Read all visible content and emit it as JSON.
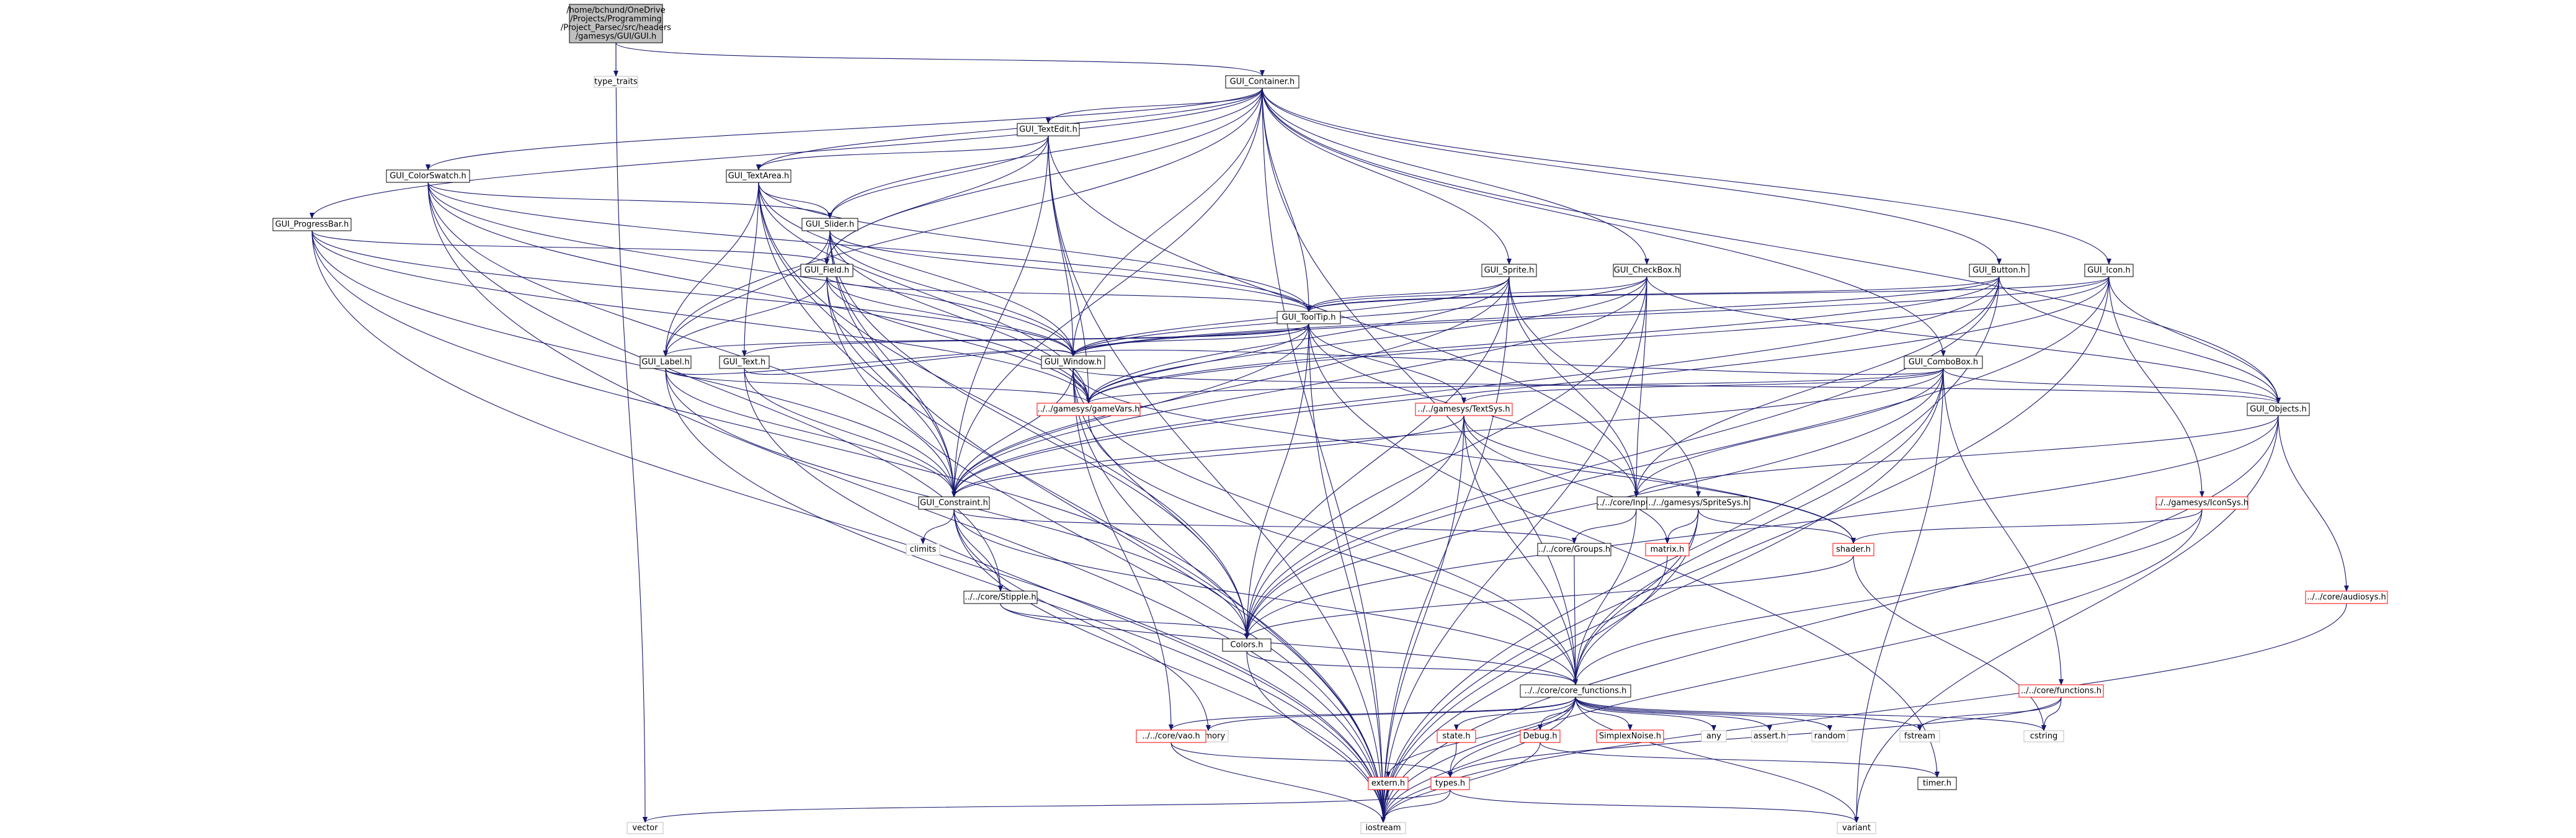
{
  "colors": {
    "edge": "#191970",
    "node_border": "#000000",
    "node_fill": "#ffffff",
    "root_fill": "#bfbfbf",
    "missing_border": "#ff0000",
    "plain_border": "#bfbfbf",
    "text": "#000000"
  },
  "nodes": [
    {
      "id": "root",
      "lines": [
        "/home/bchund/OneDrive",
        "/Projects/Programming",
        "/Project_Parsec/src/headers",
        "/gamesys/GUI/GUI.h"
      ],
      "style": "root"
    },
    {
      "id": "type_traits",
      "lines": [
        "type_traits"
      ],
      "style": "plain"
    },
    {
      "id": "container",
      "lines": [
        "GUI_Container.h"
      ],
      "style": "normal"
    },
    {
      "id": "textedit",
      "lines": [
        "GUI_TextEdit.h"
      ],
      "style": "normal"
    },
    {
      "id": "colorswatch",
      "lines": [
        "GUI_ColorSwatch.h"
      ],
      "style": "normal"
    },
    {
      "id": "textarea",
      "lines": [
        "GUI_TextArea.h"
      ],
      "style": "normal"
    },
    {
      "id": "progressbar",
      "lines": [
        "GUI_ProgressBar.h"
      ],
      "style": "normal"
    },
    {
      "id": "slider",
      "lines": [
        "GUI_Slider.h"
      ],
      "style": "normal"
    },
    {
      "id": "field",
      "lines": [
        "GUI_Field.h"
      ],
      "style": "normal"
    },
    {
      "id": "sprite",
      "lines": [
        "GUI_Sprite.h"
      ],
      "style": "normal"
    },
    {
      "id": "checkbox",
      "lines": [
        "GUI_CheckBox.h"
      ],
      "style": "normal"
    },
    {
      "id": "button",
      "lines": [
        "GUI_Button.h"
      ],
      "style": "normal"
    },
    {
      "id": "icon",
      "lines": [
        "GUI_Icon.h"
      ],
      "style": "normal"
    },
    {
      "id": "tooltip",
      "lines": [
        "GUI_ToolTip.h"
      ],
      "style": "normal"
    },
    {
      "id": "label",
      "lines": [
        "GUI_Label.h"
      ],
      "style": "normal"
    },
    {
      "id": "text",
      "lines": [
        "GUI_Text.h"
      ],
      "style": "normal"
    },
    {
      "id": "window",
      "lines": [
        "GUI_Window.h"
      ],
      "style": "normal"
    },
    {
      "id": "combobox",
      "lines": [
        "GUI_ComboBox.h"
      ],
      "style": "normal"
    },
    {
      "id": "gamevars",
      "lines": [
        "../../gamesys/gameVars.h"
      ],
      "style": "missing"
    },
    {
      "id": "textsys",
      "lines": [
        "../../gamesys/TextSys.h"
      ],
      "style": "missing"
    },
    {
      "id": "objects",
      "lines": [
        "GUI_Objects.h"
      ],
      "style": "normal"
    },
    {
      "id": "constraint",
      "lines": [
        "GUI_Constraint.h"
      ],
      "style": "normal"
    },
    {
      "id": "inputsys",
      "lines": [
        "../../core/InputSys.h"
      ],
      "style": "normal"
    },
    {
      "id": "spritesys",
      "lines": [
        "../../gamesys/SpriteSys.h"
      ],
      "style": "normal"
    },
    {
      "id": "iconsys",
      "lines": [
        "../../gamesys/IconSys.h"
      ],
      "style": "missing"
    },
    {
      "id": "climits",
      "lines": [
        "climits"
      ],
      "style": "plain"
    },
    {
      "id": "groups",
      "lines": [
        "../../core/Groups.h"
      ],
      "style": "normal"
    },
    {
      "id": "matrix",
      "lines": [
        "matrix.h"
      ],
      "style": "missing"
    },
    {
      "id": "shader",
      "lines": [
        "shader.h"
      ],
      "style": "missing"
    },
    {
      "id": "stipple",
      "lines": [
        "../../core/Stipple.h"
      ],
      "style": "normal"
    },
    {
      "id": "audiosys",
      "lines": [
        "../../core/audiosys.h"
      ],
      "style": "missing"
    },
    {
      "id": "colors",
      "lines": [
        "Colors.h"
      ],
      "style": "normal"
    },
    {
      "id": "core_functions",
      "lines": [
        "../../core/core_functions.h"
      ],
      "style": "normal"
    },
    {
      "id": "functions",
      "lines": [
        "../../core/functions.h"
      ],
      "style": "missing"
    },
    {
      "id": "memory",
      "lines": [
        "memory"
      ],
      "style": "plain"
    },
    {
      "id": "vao",
      "lines": [
        "../../core/vao.h"
      ],
      "style": "missing"
    },
    {
      "id": "state",
      "lines": [
        "state.h"
      ],
      "style": "missing"
    },
    {
      "id": "debug",
      "lines": [
        "Debug.h"
      ],
      "style": "missing"
    },
    {
      "id": "simplexnoise",
      "lines": [
        "SimplexNoise.h"
      ],
      "style": "missing"
    },
    {
      "id": "any",
      "lines": [
        "any"
      ],
      "style": "plain"
    },
    {
      "id": "assert",
      "lines": [
        "assert.h"
      ],
      "style": "plain"
    },
    {
      "id": "random",
      "lines": [
        "random"
      ],
      "style": "plain"
    },
    {
      "id": "fstream",
      "lines": [
        "fstream"
      ],
      "style": "plain"
    },
    {
      "id": "cstring",
      "lines": [
        "cstring"
      ],
      "style": "plain"
    },
    {
      "id": "timer",
      "lines": [
        "timer.h"
      ],
      "style": "normal"
    },
    {
      "id": "extern",
      "lines": [
        "extern.h"
      ],
      "style": "missing"
    },
    {
      "id": "types",
      "lines": [
        "types.h"
      ],
      "style": "missing"
    },
    {
      "id": "vector",
      "lines": [
        "vector"
      ],
      "style": "plain"
    },
    {
      "id": "iostream",
      "lines": [
        "iostream"
      ],
      "style": "plain"
    },
    {
      "id": "variant",
      "lines": [
        "variant"
      ],
      "style": "plain"
    }
  ],
  "edges": [
    [
      "root",
      "type_traits"
    ],
    [
      "root",
      "container"
    ],
    [
      "root",
      "vector"
    ],
    [
      "container",
      "textedit"
    ],
    [
      "container",
      "colorswatch"
    ],
    [
      "container",
      "textarea"
    ],
    [
      "container",
      "progressbar"
    ],
    [
      "container",
      "slider"
    ],
    [
      "container",
      "field"
    ],
    [
      "container",
      "sprite"
    ],
    [
      "container",
      "checkbox"
    ],
    [
      "container",
      "button"
    ],
    [
      "container",
      "icon"
    ],
    [
      "container",
      "tooltip"
    ],
    [
      "container",
      "label"
    ],
    [
      "container",
      "window"
    ],
    [
      "container",
      "combobox"
    ],
    [
      "container",
      "objects"
    ],
    [
      "container",
      "constraint"
    ],
    [
      "container",
      "core_functions"
    ],
    [
      "container",
      "iostream"
    ],
    [
      "textedit",
      "textarea"
    ],
    [
      "textedit",
      "slider"
    ],
    [
      "textedit",
      "field"
    ],
    [
      "textedit",
      "window"
    ],
    [
      "textedit",
      "gamevars"
    ],
    [
      "textedit",
      "constraint"
    ],
    [
      "textedit",
      "inputsys"
    ],
    [
      "textedit",
      "iostream"
    ],
    [
      "colorswatch",
      "slider"
    ],
    [
      "colorswatch",
      "tooltip"
    ],
    [
      "colorswatch",
      "window"
    ],
    [
      "colorswatch",
      "gamevars"
    ],
    [
      "colorswatch",
      "constraint"
    ],
    [
      "colorswatch",
      "stipple"
    ],
    [
      "colorswatch",
      "iostream"
    ],
    [
      "textarea",
      "slider"
    ],
    [
      "textarea",
      "tooltip"
    ],
    [
      "textarea",
      "label"
    ],
    [
      "textarea",
      "text"
    ],
    [
      "textarea",
      "window"
    ],
    [
      "textarea",
      "gamevars"
    ],
    [
      "textarea",
      "constraint"
    ],
    [
      "textarea",
      "colors"
    ],
    [
      "textarea",
      "iostream"
    ],
    [
      "progressbar",
      "field"
    ],
    [
      "progressbar",
      "window"
    ],
    [
      "progressbar",
      "gamevars"
    ],
    [
      "progressbar",
      "constraint"
    ],
    [
      "progressbar",
      "colors"
    ],
    [
      "progressbar",
      "iostream"
    ],
    [
      "slider",
      "field"
    ],
    [
      "slider",
      "tooltip"
    ],
    [
      "slider",
      "label"
    ],
    [
      "slider",
      "window"
    ],
    [
      "slider",
      "gamevars"
    ],
    [
      "slider",
      "constraint"
    ],
    [
      "slider",
      "colors"
    ],
    [
      "slider",
      "iostream"
    ],
    [
      "field",
      "tooltip"
    ],
    [
      "field",
      "label"
    ],
    [
      "field",
      "window"
    ],
    [
      "field",
      "gamevars"
    ],
    [
      "field",
      "constraint"
    ],
    [
      "field",
      "iostream"
    ],
    [
      "sprite",
      "tooltip"
    ],
    [
      "sprite",
      "window"
    ],
    [
      "sprite",
      "gamevars"
    ],
    [
      "sprite",
      "constraint"
    ],
    [
      "sprite",
      "spritesys"
    ],
    [
      "sprite",
      "inputsys"
    ],
    [
      "sprite",
      "colors"
    ],
    [
      "sprite",
      "iostream"
    ],
    [
      "checkbox",
      "tooltip"
    ],
    [
      "checkbox",
      "window"
    ],
    [
      "checkbox",
      "gamevars"
    ],
    [
      "checkbox",
      "constraint"
    ],
    [
      "checkbox",
      "objects"
    ],
    [
      "checkbox",
      "inputsys"
    ],
    [
      "checkbox",
      "colors"
    ],
    [
      "checkbox",
      "iostream"
    ],
    [
      "button",
      "tooltip"
    ],
    [
      "button",
      "window"
    ],
    [
      "button",
      "gamevars"
    ],
    [
      "button",
      "constraint"
    ],
    [
      "button",
      "objects"
    ],
    [
      "button",
      "inputsys"
    ],
    [
      "button",
      "colors"
    ],
    [
      "button",
      "iostream"
    ],
    [
      "icon",
      "tooltip"
    ],
    [
      "icon",
      "window"
    ],
    [
      "icon",
      "gamevars"
    ],
    [
      "icon",
      "constraint"
    ],
    [
      "icon",
      "objects"
    ],
    [
      "icon",
      "iconsys"
    ],
    [
      "icon",
      "colors"
    ],
    [
      "icon",
      "iostream"
    ],
    [
      "tooltip",
      "label"
    ],
    [
      "tooltip",
      "text"
    ],
    [
      "tooltip",
      "window"
    ],
    [
      "tooltip",
      "gamevars"
    ],
    [
      "tooltip",
      "textsys"
    ],
    [
      "tooltip",
      "constraint"
    ],
    [
      "tooltip",
      "inputsys"
    ],
    [
      "tooltip",
      "colors"
    ],
    [
      "tooltip",
      "timer"
    ],
    [
      "tooltip",
      "iostream"
    ],
    [
      "label",
      "window"
    ],
    [
      "label",
      "gamevars"
    ],
    [
      "label",
      "constraint"
    ],
    [
      "label",
      "colors"
    ],
    [
      "label",
      "iostream"
    ],
    [
      "text",
      "window"
    ],
    [
      "text",
      "constraint"
    ],
    [
      "text",
      "iostream"
    ],
    [
      "window",
      "gamevars"
    ],
    [
      "window",
      "objects"
    ],
    [
      "window",
      "constraint"
    ],
    [
      "window",
      "shader"
    ],
    [
      "window",
      "vao"
    ],
    [
      "window",
      "colors"
    ],
    [
      "window",
      "core_functions"
    ],
    [
      "window",
      "iostream"
    ],
    [
      "combobox",
      "window"
    ],
    [
      "combobox",
      "gamevars"
    ],
    [
      "combobox",
      "textsys"
    ],
    [
      "combobox",
      "objects"
    ],
    [
      "combobox",
      "constraint"
    ],
    [
      "combobox",
      "inputsys"
    ],
    [
      "combobox",
      "functions"
    ],
    [
      "combobox",
      "colors"
    ],
    [
      "combobox",
      "core_functions"
    ],
    [
      "combobox",
      "iostream"
    ],
    [
      "combobox",
      "variant"
    ],
    [
      "gamevars",
      "core_functions"
    ],
    [
      "textsys",
      "constraint"
    ],
    [
      "textsys",
      "matrix"
    ],
    [
      "textsys",
      "shader"
    ],
    [
      "textsys",
      "colors"
    ],
    [
      "textsys",
      "core_functions"
    ],
    [
      "textsys",
      "iostream"
    ],
    [
      "objects",
      "inputsys"
    ],
    [
      "objects",
      "audiosys"
    ],
    [
      "objects",
      "colors"
    ],
    [
      "objects",
      "iostream"
    ],
    [
      "objects",
      "variant"
    ],
    [
      "constraint",
      "climits"
    ],
    [
      "constraint",
      "groups"
    ],
    [
      "constraint",
      "stipple"
    ],
    [
      "constraint",
      "memory"
    ],
    [
      "constraint",
      "core_functions"
    ],
    [
      "constraint",
      "iostream"
    ],
    [
      "inputsys",
      "groups"
    ],
    [
      "inputsys",
      "core_functions"
    ],
    [
      "spritesys",
      "matrix"
    ],
    [
      "spritesys",
      "shader"
    ],
    [
      "spritesys",
      "core_functions"
    ],
    [
      "spritesys",
      "iostream"
    ],
    [
      "iconsys",
      "shader"
    ],
    [
      "iconsys",
      "core_functions"
    ],
    [
      "iconsys",
      "iostream"
    ],
    [
      "groups",
      "core_functions"
    ],
    [
      "matrix",
      "core_functions"
    ],
    [
      "shader",
      "colors"
    ],
    [
      "shader",
      "cstring"
    ],
    [
      "stipple",
      "colors"
    ],
    [
      "stipple",
      "core_functions"
    ],
    [
      "audiosys",
      "iostream"
    ],
    [
      "colors",
      "core_functions"
    ],
    [
      "colors",
      "iostream"
    ],
    [
      "core_functions",
      "memory"
    ],
    [
      "core_functions",
      "vao"
    ],
    [
      "core_functions",
      "state"
    ],
    [
      "core_functions",
      "debug"
    ],
    [
      "core_functions",
      "simplexnoise"
    ],
    [
      "core_functions",
      "any"
    ],
    [
      "core_functions",
      "assert"
    ],
    [
      "core_functions",
      "random"
    ],
    [
      "core_functions",
      "fstream"
    ],
    [
      "core_functions",
      "cstring"
    ],
    [
      "core_functions",
      "extern"
    ],
    [
      "core_functions",
      "types"
    ],
    [
      "core_functions",
      "iostream"
    ],
    [
      "core_functions",
      "variant"
    ],
    [
      "functions",
      "fstream"
    ],
    [
      "functions",
      "cstring"
    ],
    [
      "functions",
      "types"
    ],
    [
      "vao",
      "types"
    ],
    [
      "vao",
      "iostream"
    ],
    [
      "state",
      "types"
    ],
    [
      "debug",
      "timer"
    ],
    [
      "debug",
      "iostream"
    ],
    [
      "extern",
      "iostream"
    ],
    [
      "types",
      "vector"
    ],
    [
      "types",
      "iostream"
    ],
    [
      "types",
      "variant"
    ]
  ]
}
